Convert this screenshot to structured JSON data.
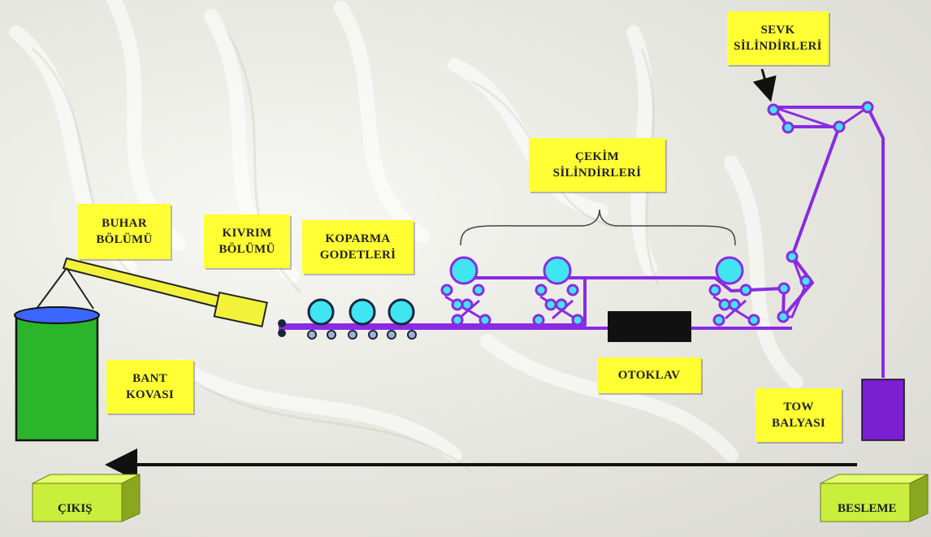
{
  "labels": {
    "sevk": [
      "SEVK",
      "SİLİNDİRLERİ"
    ],
    "cekim": [
      "ÇEKİM",
      "SİLİNDİRLERİ"
    ],
    "buhar": [
      "BUHAR",
      "BÖLÜMÜ"
    ],
    "kivrim": [
      "KIVRIM",
      "BÖLÜMÜ"
    ],
    "koparma": [
      "KOPARMA",
      "GODETLERİ"
    ],
    "bant": [
      "BANT",
      "KOVASI"
    ],
    "otoklav": [
      "OTOKLAV"
    ],
    "tow": [
      "TOW",
      "BALYASI"
    ]
  },
  "blocks": {
    "cikis": "ÇIKIŞ",
    "besleme": "BESLEME"
  },
  "colors": {
    "label_bg": "#ffff33",
    "tow_line": "#8a2be2",
    "roller_fill": "#3fe6f2",
    "bucket_fill": "#2bb52b",
    "bucket_lid": "#3b66ff",
    "steam_tube": "#f2f23a",
    "otoklav_fill": "#111111",
    "bale_fill": "#7a1fd1",
    "block_fill": "#c9ef3c"
  }
}
